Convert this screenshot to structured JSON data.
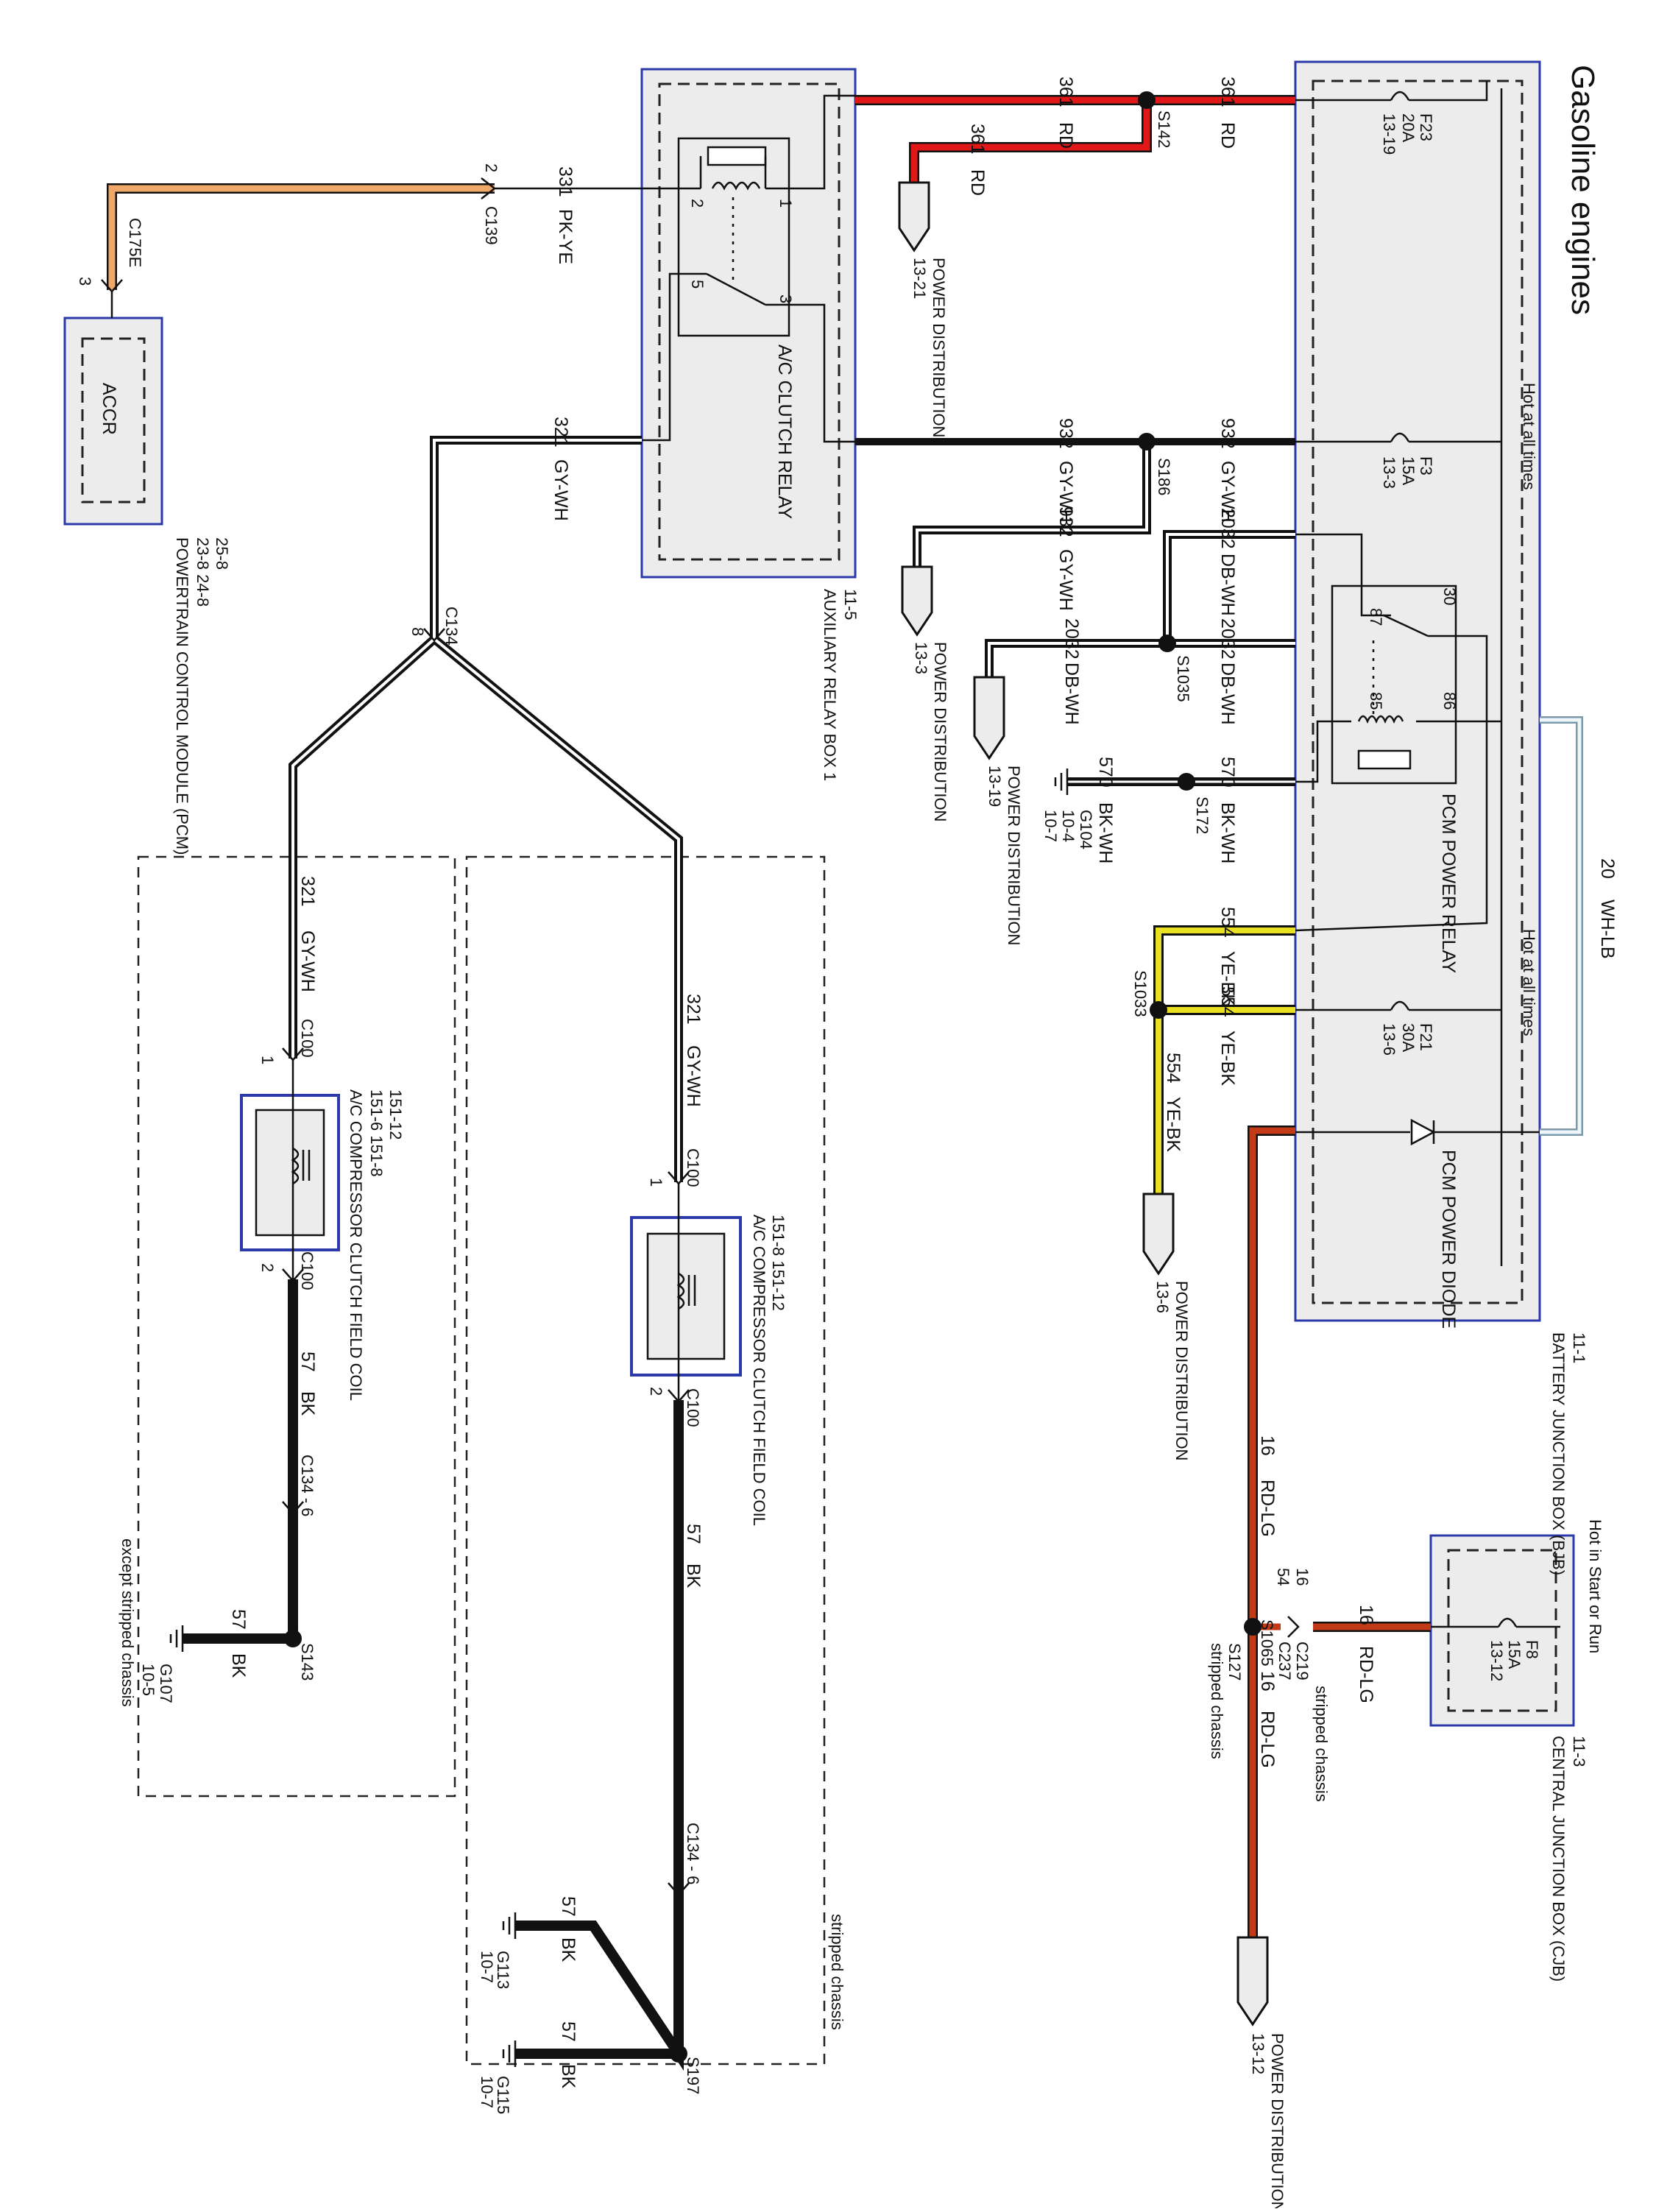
{
  "title": "Gasoline engines",
  "hot_at_all_times_1": "Hot at all times",
  "hot_at_all_times_2": "Hot at all times",
  "hot_in_start_or_run": "Hot in Start or Run",
  "colors": {
    "RD": "#e01818",
    "PK-YE": "#f0a868",
    "GY-WH": "#111111",
    "DB-WH": "#111111",
    "BK-WH": "#111111",
    "BK": "#111111",
    "YE-BK": "#e8e020",
    "RD-LG": "#c23b16",
    "WH-LB": "#cfe0ea",
    "box_border": "#2b3aa8"
  },
  "components": {
    "pcm": {
      "name": "POWERTRAIN CONTROL MODULE (PCM)",
      "refs": "23-8   24-8",
      "refs2": "25-8",
      "pin_label": "ACCR"
    },
    "aux_relay_box": {
      "name": "AUXILIARY RELAY BOX 1",
      "ref": "11-5"
    },
    "ac_clutch_relay": {
      "name": "A/C CLUTCH RELAY",
      "pins": [
        "1",
        "2",
        "3",
        "5"
      ]
    },
    "bjb": {
      "name": "BATTERY JUNCTION BOX (BJB)",
      "ref": "11-1"
    },
    "cjb": {
      "name": "CENTRAL JUNCTION BOX (CJB)",
      "ref": "11-3"
    },
    "pcm_power_relay": {
      "name": "PCM POWER RELAY",
      "pins": [
        "30",
        "87",
        "85",
        "86"
      ]
    },
    "pcm_power_diode": {
      "name": "PCM POWER DIODE"
    },
    "fuses": [
      {
        "id": "F23",
        "amps": "20A",
        "ref": "13-19"
      },
      {
        "id": "F3",
        "amps": "15A",
        "ref": "13-3"
      },
      {
        "id": "F21",
        "amps": "30A",
        "ref": "13-6"
      },
      {
        "id": "F8",
        "amps": "15A",
        "ref": "13-12"
      }
    ],
    "coil_except": {
      "name": "A/C COMPRESSOR CLUTCH FIELD COIL",
      "refs": "151-6   151-8",
      "refs2": "151-12"
    },
    "coil_stripped": {
      "name": "A/C COMPRESSOR CLUTCH FIELD COIL",
      "refs": "151-8   151-12"
    },
    "except_stripped": "except stripped chassis",
    "stripped": "stripped chassis"
  },
  "wires": [
    {
      "circuit": "361",
      "color": "RD"
    },
    {
      "circuit": "331",
      "color": "PK-YE"
    },
    {
      "circuit": "321",
      "color": "GY-WH"
    },
    {
      "circuit": "932",
      "color": "GY-WH"
    },
    {
      "circuit": "2032",
      "color": "DB-WH"
    },
    {
      "circuit": "570",
      "color": "BK-WH"
    },
    {
      "circuit": "554",
      "color": "YE-BK"
    },
    {
      "circuit": "20",
      "color": "WH-LB"
    },
    {
      "circuit": "16",
      "color": "RD-LG"
    },
    {
      "circuit": "57",
      "color": "BK"
    }
  ],
  "connectors": {
    "c175e": "C175E",
    "c175e_pin": "3",
    "c139": "C139",
    "c139_pin": "2",
    "c134": "C134",
    "c134_pin": "8",
    "c100": "C100",
    "c134_6": "C134 - 6",
    "c219": "C219",
    "c237": "C237",
    "pin1": "1",
    "pin2": "2",
    "pin16": "16",
    "pin54": "54",
    "s127": "S127"
  },
  "splices": [
    "S142",
    "S186",
    "S1035",
    "S172",
    "S1033",
    "S1065",
    "S143",
    "S197"
  ],
  "grounds": [
    {
      "id": "G104",
      "refs": [
        "10-4",
        "10-7"
      ]
    },
    {
      "id": "G107",
      "refs": [
        "10-5"
      ]
    },
    {
      "id": "G113",
      "refs": [
        "10-7"
      ]
    },
    {
      "id": "G115",
      "refs": [
        "10-7"
      ]
    }
  ],
  "power_distribution": [
    {
      "label": "POWER DISTRIBUTION",
      "ref": "13-21"
    },
    {
      "label": "POWER DISTRIBUTION",
      "ref": "13-3"
    },
    {
      "label": "POWER DISTRIBUTION",
      "ref": "13-19"
    },
    {
      "label": "POWER DISTRIBUTION",
      "ref": "13-6"
    },
    {
      "label": "POWER DISTRIBUTION",
      "ref": "13-12"
    }
  ]
}
